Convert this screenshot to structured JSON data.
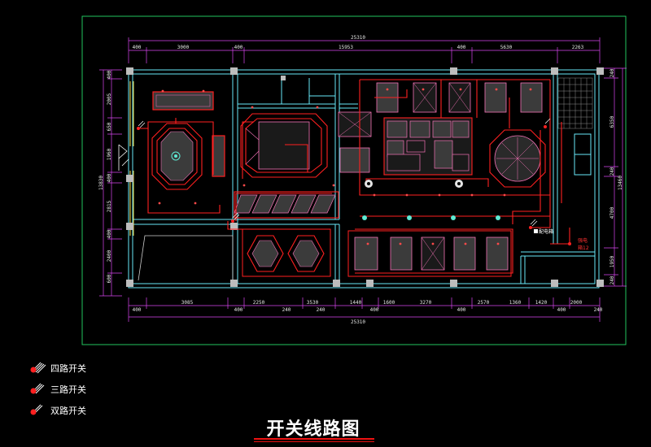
{
  "drawing": {
    "title": "开关线路图",
    "top_total": "25310",
    "bottom_total": "25310",
    "top_dims": [
      "400",
      "3000",
      "400",
      "15953",
      "400",
      "5630",
      "2263"
    ],
    "bottom_dims": [
      "400",
      "3085",
      "400",
      "2250",
      "240",
      "3530",
      "240",
      "1440",
      "400",
      "1600",
      "3270",
      "400",
      "2570",
      "1360",
      "1420",
      "400",
      "2000",
      "240"
    ],
    "left_dims": [
      "400",
      "2005",
      "650",
      "1960",
      "400",
      "2815",
      "400",
      "2400",
      "600"
    ],
    "left_total": "13830",
    "right_dims": [
      "240",
      "6350",
      "240",
      "4700",
      "1950",
      "240"
    ],
    "right_total": "13460",
    "tag_dist_box": "配电箱",
    "tag_red_1": "强电",
    "tag_red_2": "箱12"
  },
  "legend": [
    {
      "label": "四路开关",
      "icon": "four-way-switch-icon"
    },
    {
      "label": "三路开关",
      "icon": "three-way-switch-icon"
    },
    {
      "label": "双路开关",
      "icon": "two-way-switch-icon"
    }
  ],
  "colors": {
    "background": "#000000",
    "frame": "#22c55e",
    "dimension": "#d946ef",
    "wall": "#67e8f9",
    "wiring": "#ff2020",
    "fixture": "#f472b6",
    "column": "#bdbdbd"
  }
}
